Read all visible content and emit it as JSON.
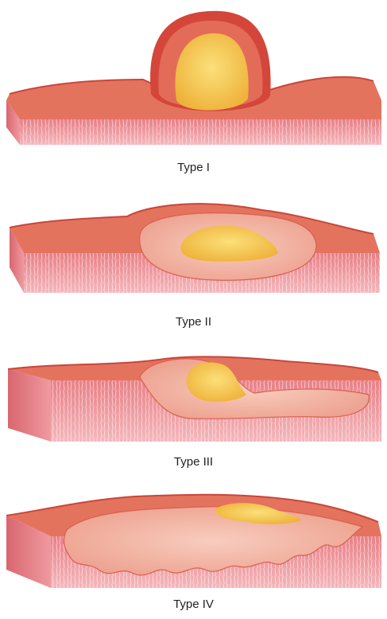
{
  "panels": [
    {
      "label": "Type I"
    },
    {
      "label": "Type II"
    },
    {
      "label": "Type III"
    },
    {
      "label": "Type IV"
    }
  ],
  "colors": {
    "mucosa_surface": "#e4735e",
    "mucosa_rim": "#d4463a",
    "tissue_side": "#ef9aa0",
    "tissue_front": "#e88a90",
    "lesion_core": "#f2c24a",
    "lesion_halo": "#f2b2a2"
  }
}
